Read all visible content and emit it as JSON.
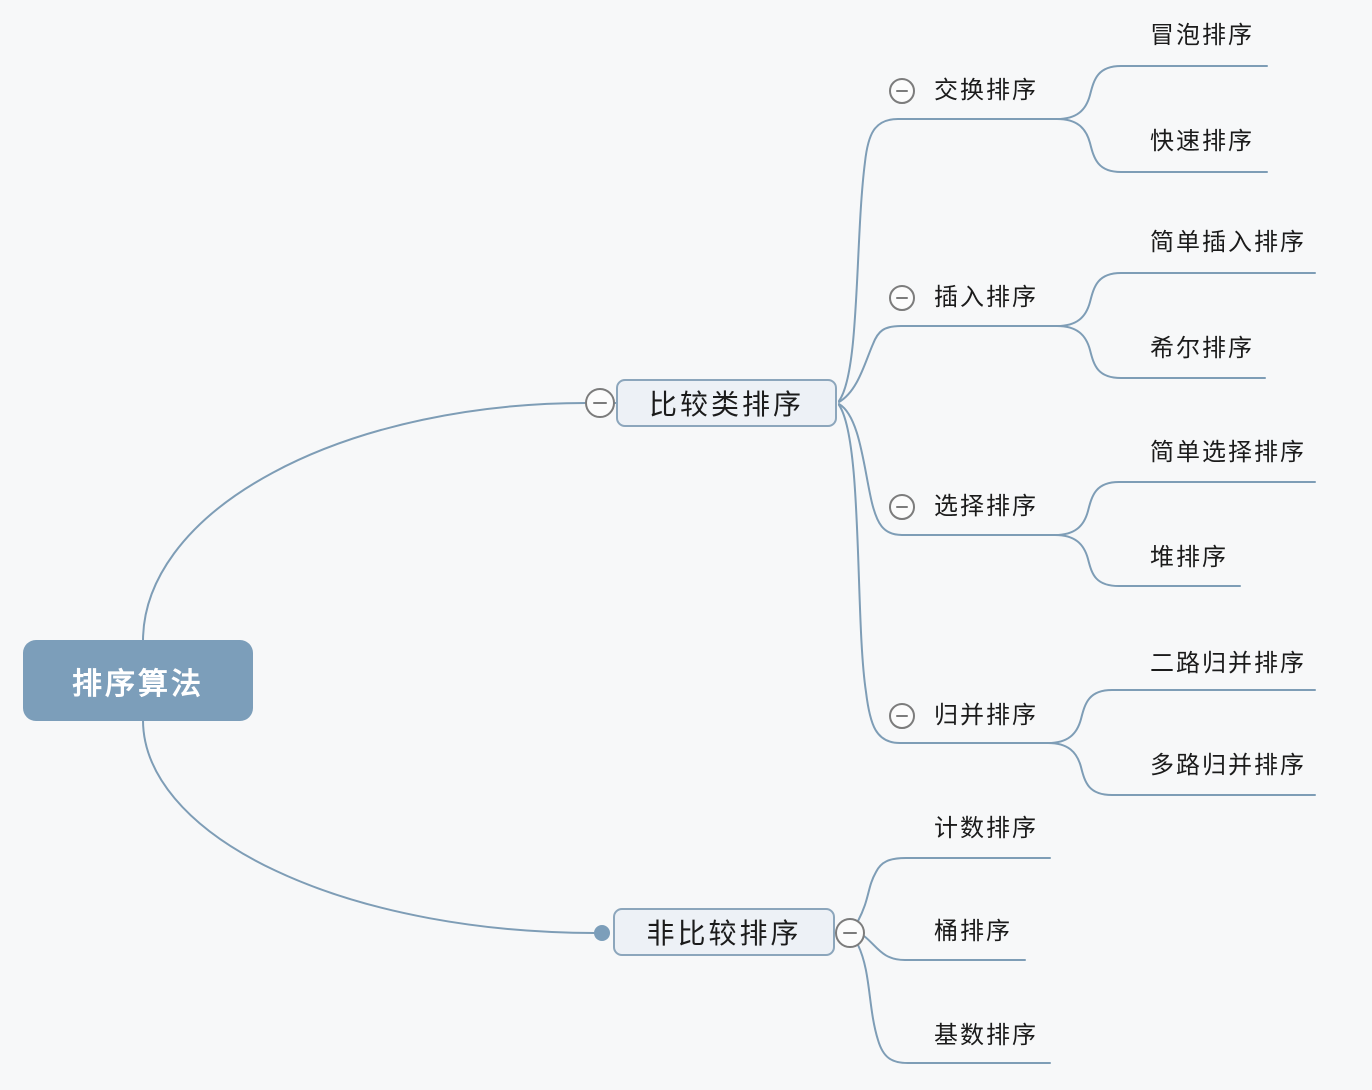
{
  "canvas": {
    "background": "#F7F8F9",
    "line_color": "#7E9DB6",
    "root_fill": "#7C9EBA",
    "node_fill": "#EDF1F6",
    "node_border": "#8CA6BC",
    "icon_border": "#7C7C7C"
  },
  "mindmap": {
    "root": {
      "label": "排序算法"
    },
    "branches": [
      {
        "label": "比较类排序",
        "collapse_icon": "minus-circle-icon",
        "children": [
          {
            "label": "交换排序",
            "collapse_icon": "minus-circle-icon",
            "children": [
              {
                "label": "冒泡排序"
              },
              {
                "label": "快速排序"
              }
            ]
          },
          {
            "label": "插入排序",
            "collapse_icon": "minus-circle-icon",
            "children": [
              {
                "label": "简单插入排序"
              },
              {
                "label": "希尔排序"
              }
            ]
          },
          {
            "label": "选择排序",
            "collapse_icon": "minus-circle-icon",
            "children": [
              {
                "label": "简单选择排序"
              },
              {
                "label": "堆排序"
              }
            ]
          },
          {
            "label": "归并排序",
            "collapse_icon": "minus-circle-icon",
            "children": [
              {
                "label": "二路归并排序"
              },
              {
                "label": "多路归并排序"
              }
            ]
          }
        ]
      },
      {
        "label": "非比较排序",
        "collapse_icon": "minus-circle-icon",
        "children": [
          {
            "label": "计数排序"
          },
          {
            "label": "桶排序"
          },
          {
            "label": "基数排序"
          }
        ]
      }
    ]
  }
}
